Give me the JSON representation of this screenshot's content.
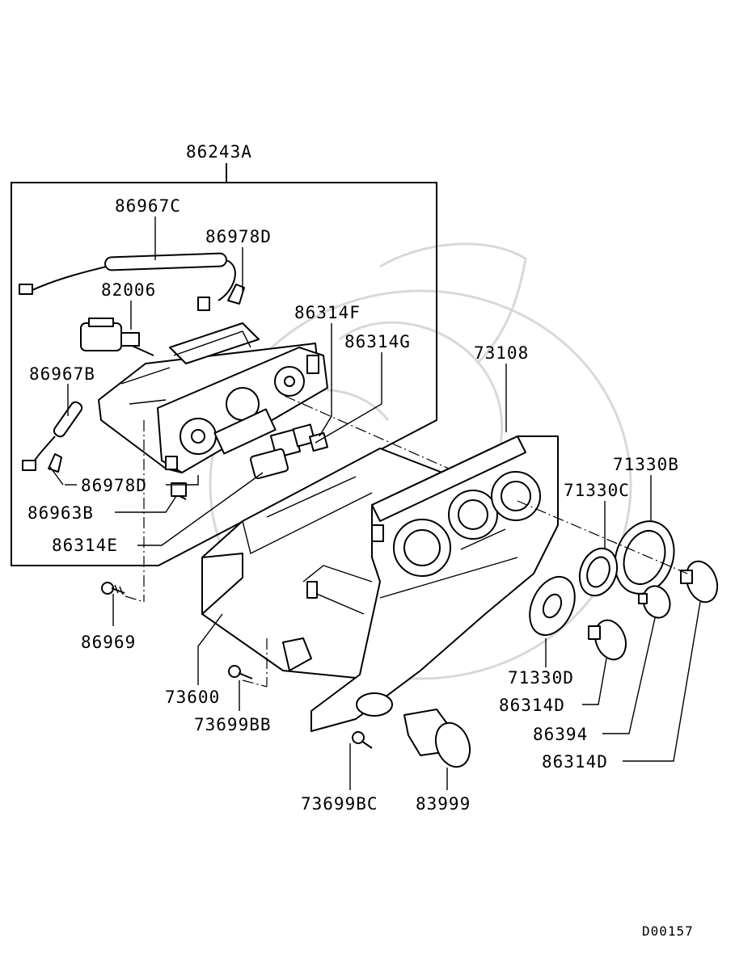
{
  "diagram": {
    "labels": {
      "assembly": "86243A",
      "l86967C": "86967C",
      "l86978D_top": "86978D",
      "l82006": "82006",
      "l86314F": "86314F",
      "l86314G": "86314G",
      "l73108": "73108",
      "l86967B": "86967B",
      "l86978D_bottom": "86978D",
      "l86963B": "86963B",
      "l86314E": "86314E",
      "l71330B": "71330B",
      "l71330C": "71330C",
      "l86969": "86969",
      "l71330D": "71330D",
      "l73600": "73600",
      "l86314D_a": "86314D",
      "l73699BB": "73699BB",
      "l86394": "86394",
      "l86314D_b": "86314D",
      "l73699BC": "73699BC",
      "l83999": "83999",
      "code": "D00157"
    }
  }
}
